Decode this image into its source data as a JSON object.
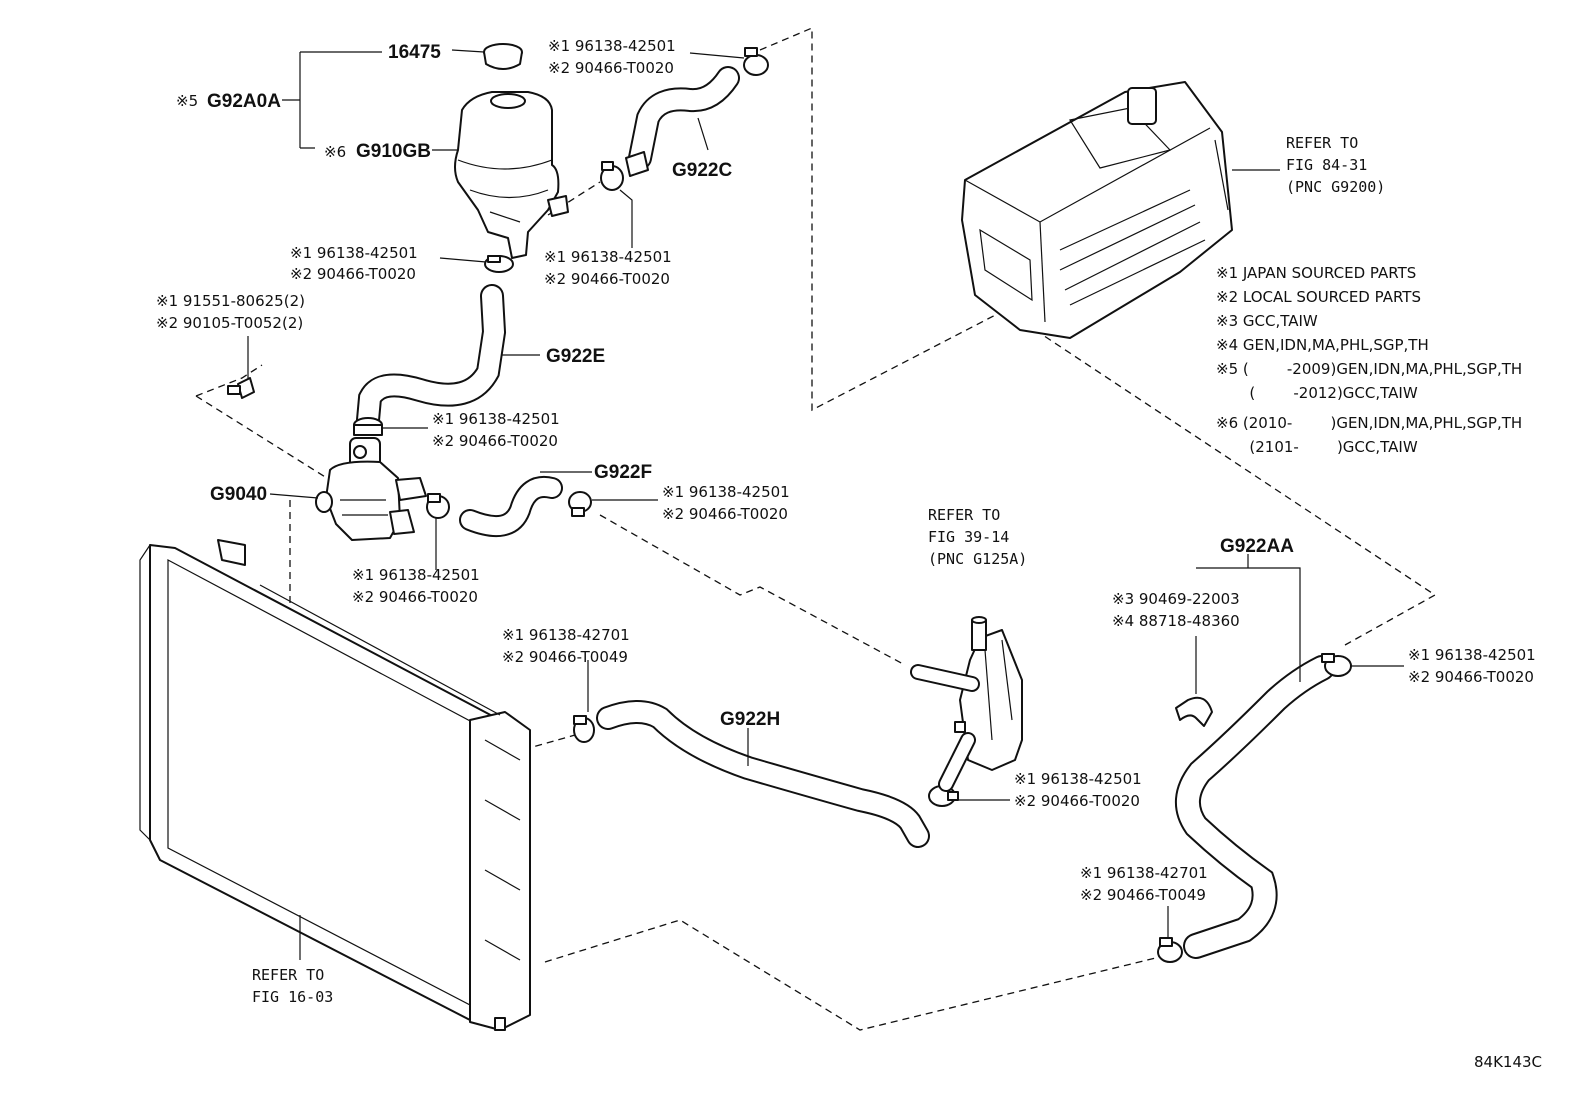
{
  "diagram_id": "84K143C",
  "callouts": {
    "c16475": "16475",
    "g92a0a": "G92A0A",
    "g92a0a_mark": "※5",
    "g910gb": "G910GB",
    "g910gb_mark": "※6",
    "g922c": "G922C",
    "g922e": "G922E",
    "g922f": "G922F",
    "g9040": "G9040",
    "g922h": "G922H",
    "g922aa": "G922AA"
  },
  "part_numbers": {
    "top_clamp": [
      "※1 96138-42501",
      "※2 90466-T0020"
    ],
    "tank_clamp": [
      "※1 96138-42501",
      "※2 90466-T0020"
    ],
    "c_lower_clamp": [
      "※1 96138-42501",
      "※2 90466-T0020"
    ],
    "bolt": [
      "※1  91551-80625(2)",
      "※2  90105-T0052(2)"
    ],
    "pump_top_clamp": [
      "※1 96138-42501",
      "※2 90466-T0020"
    ],
    "f_clamp": [
      "※1 96138-42501",
      "※2 90466-T0020"
    ],
    "pump_side_clamp": [
      "※1 96138-42501",
      "※2 90466-T0020"
    ],
    "h_left_clamp": [
      "※1 96138-42701",
      "※2 90466-T0049"
    ],
    "h_right_clamp": [
      "※1 96138-42501",
      "※2 90466-T0020"
    ],
    "aa_top_clamp": [
      "※1 96138-42501",
      "※2 90466-T0020"
    ],
    "aa_bottom_clamp": [
      "※1 96138-42701",
      "※2 90466-T0049"
    ],
    "aa_clip": [
      "※3 90469-22003",
      "※4 88718-48360"
    ]
  },
  "refs": {
    "inverter": [
      "REFER TO",
      "FIG 84-31",
      "(PNC G9200)"
    ],
    "cooler": [
      "REFER TO",
      "FIG 39-14",
      "(PNC G125A)"
    ],
    "radiator": [
      "REFER TO",
      "FIG 16-03"
    ]
  },
  "notes": [
    "※1 JAPAN SOURCED PARTS",
    "※2 LOCAL SOURCED PARTS",
    "※3 GCC,TAIW",
    "※4 GEN,IDN,MA,PHL,SGP,TH",
    "※5 (        -2009)GEN,IDN,MA,PHL,SGP,TH",
    "       (        -2012)GCC,TAIW",
    "※6 (2010-        )GEN,IDN,MA,PHL,SGP,TH",
    "       (2101-        )GCC,TAIW"
  ]
}
